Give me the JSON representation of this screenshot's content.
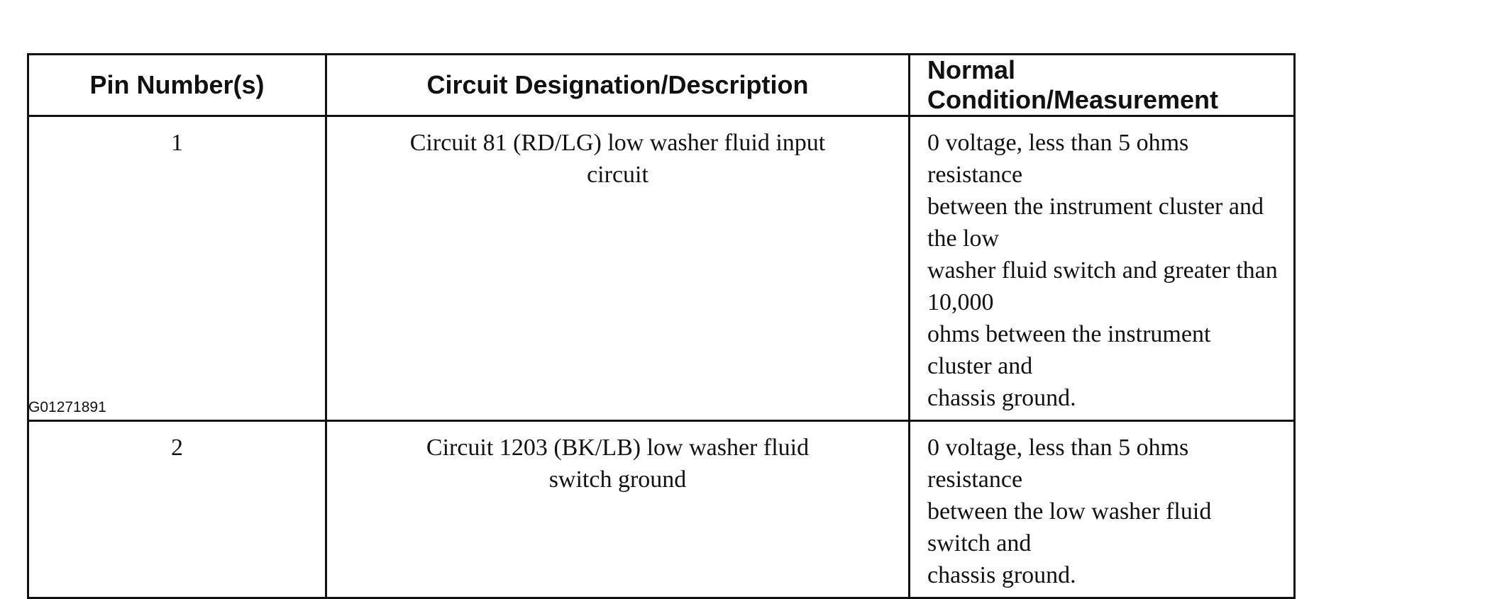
{
  "table": {
    "headers": [
      "Pin Number(s)",
      "Circuit Designation/Description",
      "Normal Condition/Measurement"
    ],
    "rows": [
      {
        "pin": "1",
        "circuit": "Circuit 81 (RD/LG) low washer fluid input circuit",
        "condition": "0 voltage, less than 5 ohms resistance between the instrument cluster and the low washer fluid switch and greater than 10,000 ohms between the instrument cluster and chassis ground."
      },
      {
        "pin": "2",
        "circuit": "Circuit 1203 (BK/LB) low washer fluid switch ground",
        "condition": "0 voltage, less than 5 ohms resistance between the low washer fluid switch and chassis ground."
      }
    ]
  },
  "figure_code": "G01271891"
}
